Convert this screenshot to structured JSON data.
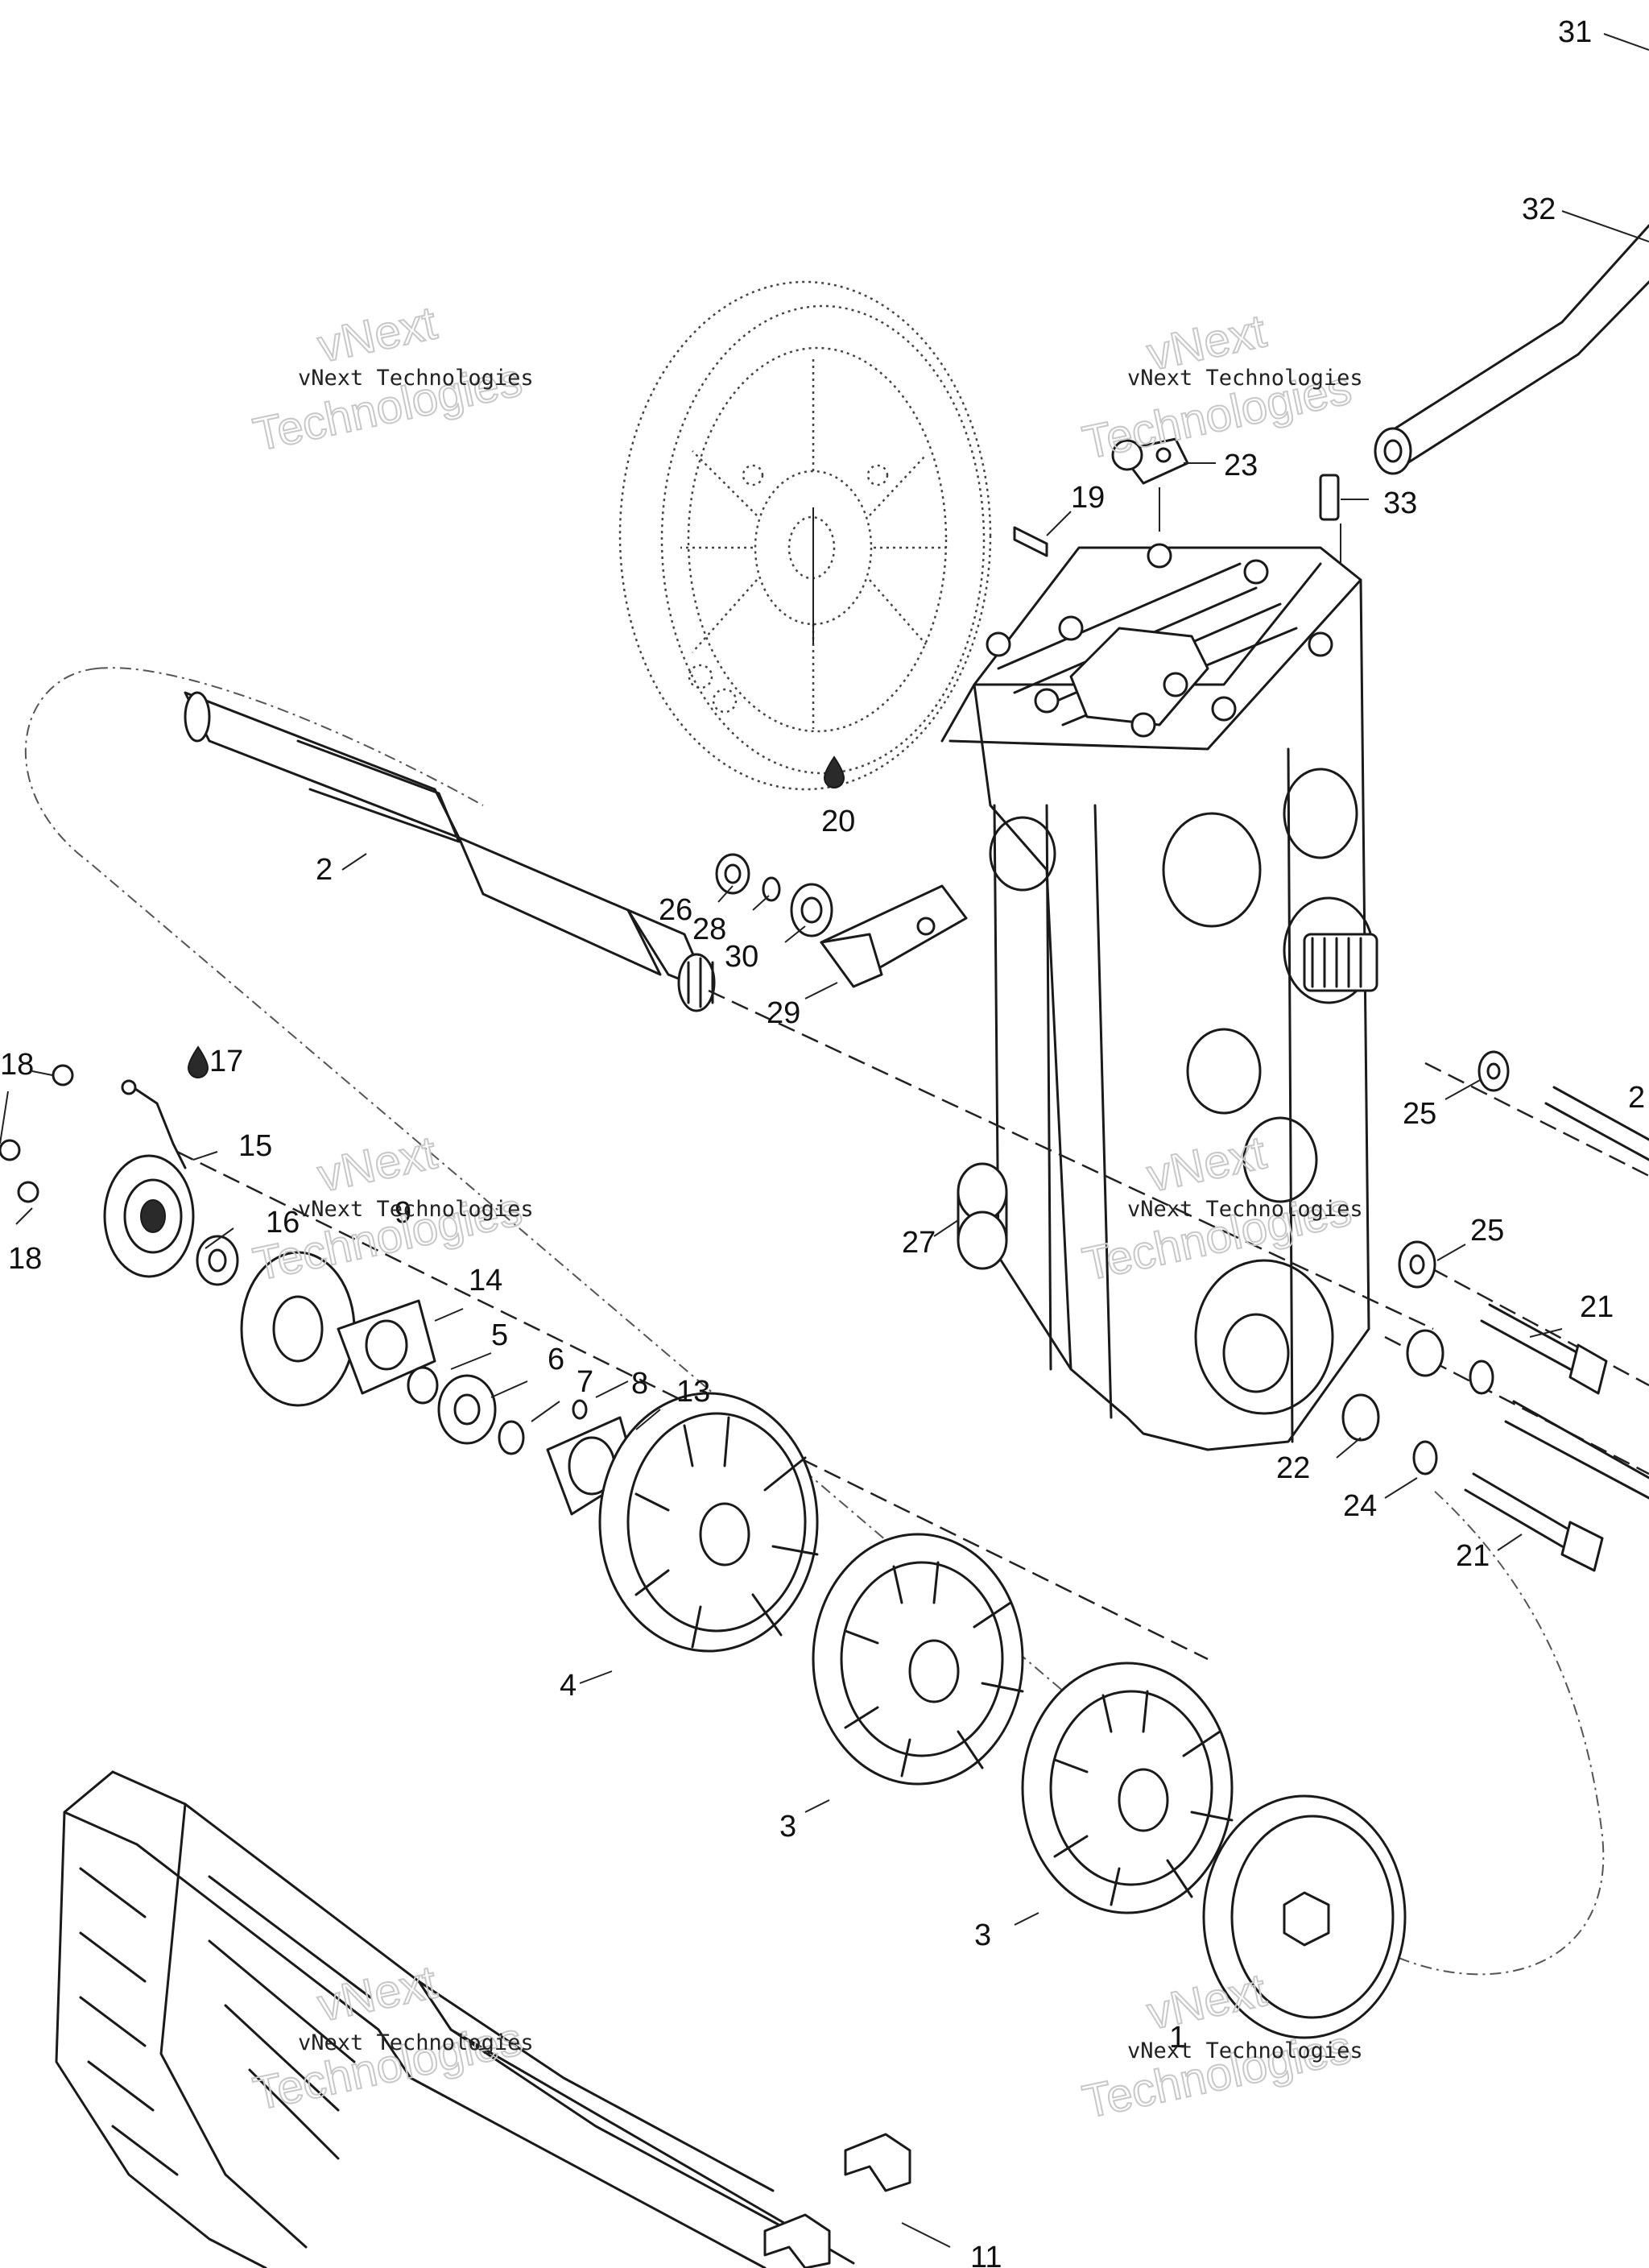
{
  "watermark": {
    "line": "vNext Technologies",
    "big_top": "vNext",
    "big_bottom": "Technologies"
  },
  "callouts": [
    {
      "id": "31",
      "label": "31"
    },
    {
      "id": "32",
      "label": "32"
    },
    {
      "id": "23",
      "label": "23"
    },
    {
      "id": "19",
      "label": "19"
    },
    {
      "id": "33",
      "label": "33"
    },
    {
      "id": "20",
      "label": "20"
    },
    {
      "id": "2a",
      "label": "2"
    },
    {
      "id": "26",
      "label": "26"
    },
    {
      "id": "28",
      "label": "28"
    },
    {
      "id": "30",
      "label": "30"
    },
    {
      "id": "29",
      "label": "29"
    },
    {
      "id": "18a",
      "label": "18"
    },
    {
      "id": "17",
      "label": "17"
    },
    {
      "id": "15",
      "label": "15"
    },
    {
      "id": "16",
      "label": "16"
    },
    {
      "id": "9",
      "label": "9"
    },
    {
      "id": "18b",
      "label": "18"
    },
    {
      "id": "14",
      "label": "14"
    },
    {
      "id": "5",
      "label": "5"
    },
    {
      "id": "6",
      "label": "6"
    },
    {
      "id": "7",
      "label": "7"
    },
    {
      "id": "8",
      "label": "8"
    },
    {
      "id": "13",
      "label": "13"
    },
    {
      "id": "25a",
      "label": "25"
    },
    {
      "id": "2b",
      "label": "2"
    },
    {
      "id": "27",
      "label": "27"
    },
    {
      "id": "25b",
      "label": "25"
    },
    {
      "id": "21a",
      "label": "21"
    },
    {
      "id": "22",
      "label": "22"
    },
    {
      "id": "24",
      "label": "24"
    },
    {
      "id": "21b",
      "label": "21"
    },
    {
      "id": "4",
      "label": "4"
    },
    {
      "id": "3a",
      "label": "3"
    },
    {
      "id": "3b",
      "label": "3"
    },
    {
      "id": "1",
      "label": "1"
    },
    {
      "id": "11",
      "label": "11"
    }
  ]
}
